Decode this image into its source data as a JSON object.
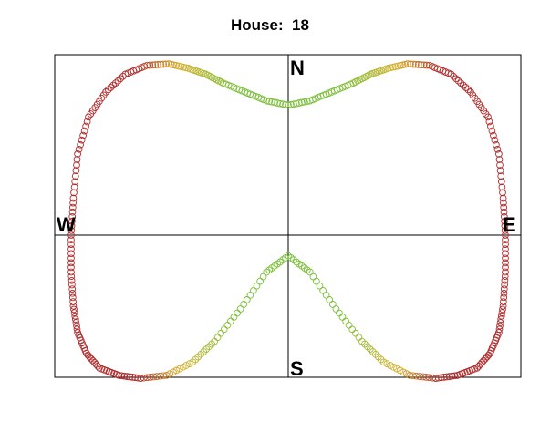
{
  "chart_data": {
    "type": "scatter",
    "title": "House:  18",
    "xlabel": "",
    "ylabel": "",
    "grid": false,
    "axes_crosshair": true,
    "xlim": [
      -1,
      1
    ],
    "ylim": [
      -1,
      1
    ],
    "direction_labels": {
      "north": "N",
      "south": "S",
      "west": "W",
      "east": "E"
    },
    "marker": "open-circle",
    "color_scale": {
      "low": "#b02a2a",
      "mid": "#d6b12a",
      "high": "#7bbf3a",
      "meaning": "green near the N-S axis, yellow in transition, red toward the outer lobes"
    },
    "series": [
      {
        "x": [
          0.0,
          0.1,
          0.2,
          0.3,
          0.38,
          0.46,
          0.55,
          0.65,
          0.75,
          0.84,
          0.92,
          0.97,
          0.99,
          1.0,
          1.0,
          0.99,
          0.97,
          0.93,
          0.87,
          0.78,
          0.68,
          0.56,
          0.44,
          0.34,
          0.22,
          0.1,
          0.0,
          -0.1,
          -0.22,
          -0.34,
          -0.44,
          -0.56,
          -0.68,
          -0.78,
          -0.87,
          -0.93,
          -0.97,
          -0.99,
          -1.0,
          -1.0,
          -0.99,
          -0.97,
          -0.92,
          -0.84,
          -0.75,
          -0.65,
          -0.55,
          -0.46,
          -0.38,
          -0.3,
          -0.2,
          -0.1,
          0.0
        ],
        "y": [
          0.88,
          0.91,
          0.97,
          1.03,
          1.09,
          1.13,
          1.16,
          1.15,
          1.09,
          0.97,
          0.8,
          0.55,
          0.25,
          0.0,
          -0.25,
          -0.48,
          -0.66,
          -0.8,
          -0.9,
          -0.95,
          -0.97,
          -0.95,
          -0.86,
          -0.72,
          -0.5,
          -0.25,
          -0.14,
          -0.25,
          -0.5,
          -0.72,
          -0.86,
          -0.95,
          -0.97,
          -0.95,
          -0.9,
          -0.8,
          -0.66,
          -0.48,
          -0.25,
          0.0,
          0.25,
          0.55,
          0.8,
          0.97,
          1.09,
          1.15,
          1.16,
          1.13,
          1.09,
          1.03,
          0.97,
          0.91,
          0.88
        ]
      }
    ]
  }
}
